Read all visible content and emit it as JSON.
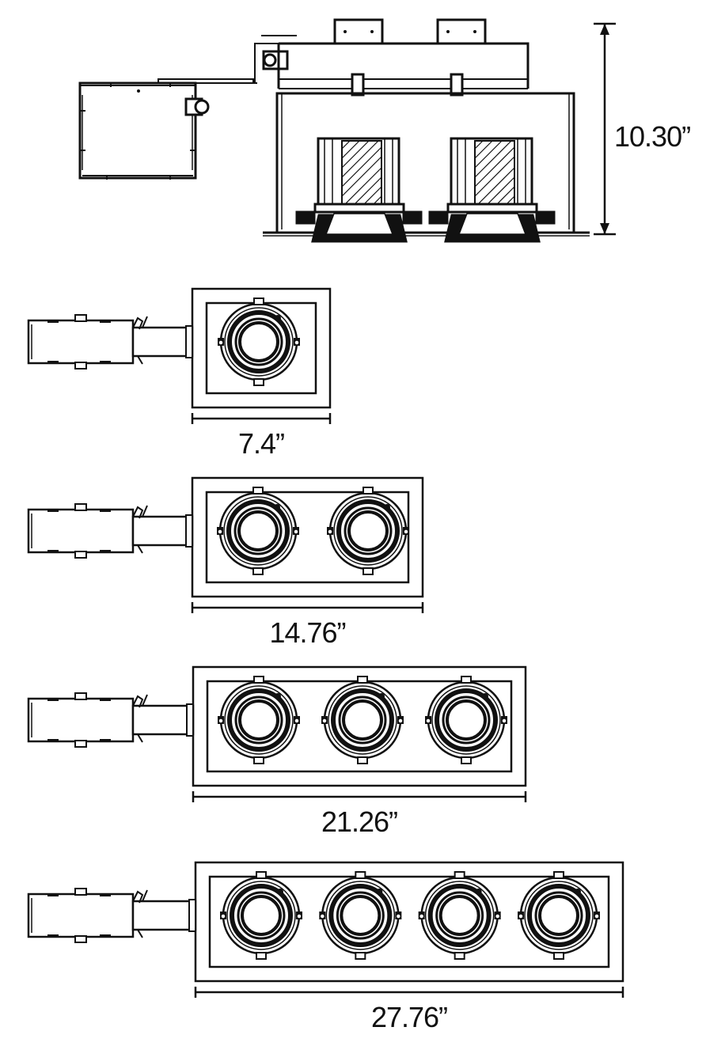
{
  "side_view": {
    "height_label": "10.30”"
  },
  "plan_views": [
    {
      "heads": 1,
      "width_label": "7.4”"
    },
    {
      "heads": 2,
      "width_label": "14.76”"
    },
    {
      "heads": 3,
      "width_label": "21.26”"
    },
    {
      "heads": 4,
      "width_label": "27.76”"
    }
  ],
  "colors": {
    "line": "#111111",
    "background": "#ffffff"
  }
}
